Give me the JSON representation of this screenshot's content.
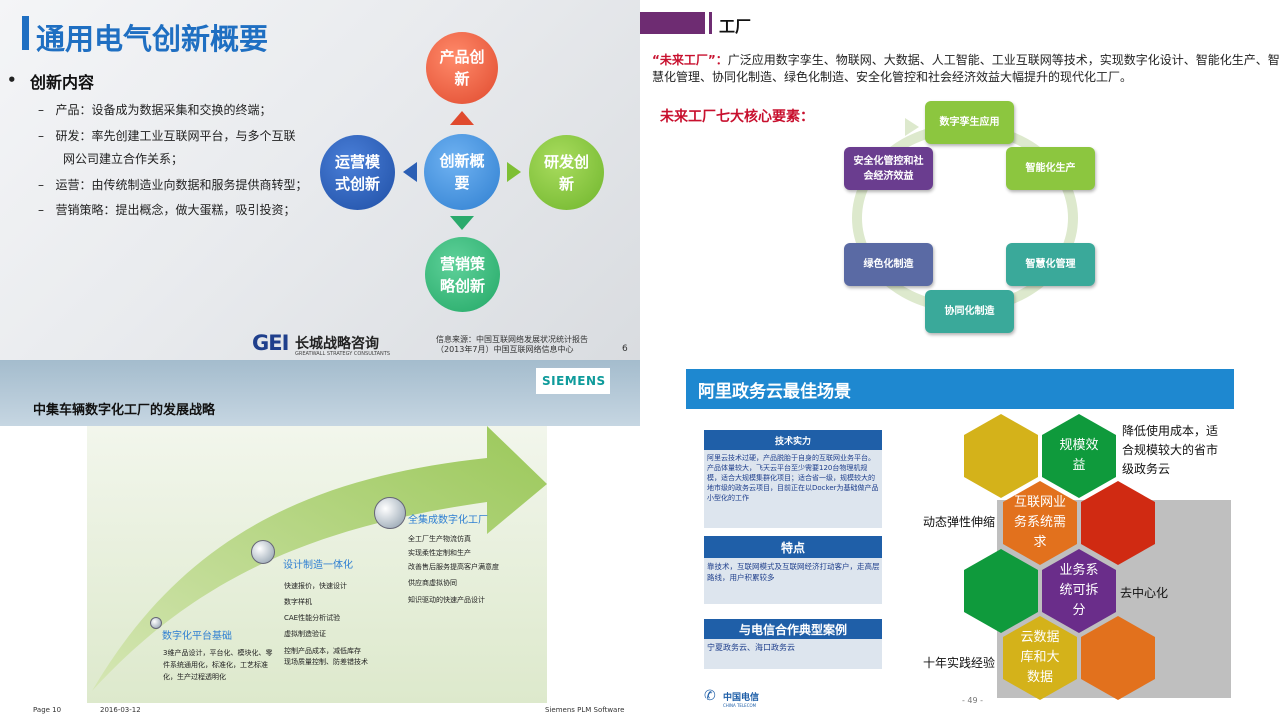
{
  "q1": {
    "title": "通用电气创新概要",
    "section": "创新内容",
    "items": [
      "产品：设备成为数据采集和交换的终端；",
      "研发：率先创建工业互联网平台，与多个互联",
      "网公司建立合作关系；",
      "运营：由传统制造业向数据和服务提供商转型；",
      "营销策略：提出概念，做大蛋糕，吸引投资；"
    ],
    "center": "创新概要",
    "top": "产品创新",
    "right": "研发创新",
    "bottom": "营销策略创新",
    "left": "运营模式创新",
    "logo_text": "GEI",
    "logo_cn": "长城战略咨询",
    "logo_en": "GREATWALL STRATEGY CONSULTANTS",
    "source_line1": "信息来源：中国互联网络发展状况统计报告",
    "source_line2": "（2013年7月）中国互联网络信息中心",
    "page": "6"
  },
  "q2": {
    "title": "工厂",
    "def_quote": "“未来工厂”",
    "def_colon": "：",
    "def_text": "广泛应用数字孪生、物联网、大数据、人工智能、工业互联网等技术，实现数字化设计、智能化生产、智慧化管理、协同化制造、绿色化制造、安全化管控和社会经济效益大幅提升的现代化工厂。",
    "subtitle": "未来工厂七大核心要素：",
    "elements": [
      "数字孪生应用",
      "智能化生产",
      "智慧化管理",
      "协同化制造",
      "绿色化制造",
      "安全化管控和社会经济效益"
    ],
    "colors": {
      "purple": "#6e2c72",
      "green": "#8cc63f",
      "teal": "#3aa99a",
      "navy": "#5a6aa4",
      "dark_purple": "#6a3d8f"
    }
  },
  "q3": {
    "brand": "SIEMENS",
    "title": "中集车辆数字化工厂的发展战略",
    "stage1_title": "数字化平台基础",
    "stage1_text": "3维产品设计，平台化、模块化、零件系统通用化，标准化，工艺标准化，生产过程透明化",
    "stage2_title": "设计制造一体化",
    "stage2_items": [
      "快速报价，快速设计",
      "数字样机",
      "CAE性能分析试验",
      "虚拟制造验证",
      "控制产品成本，减低库存",
      "现场质量控制、防差错技术"
    ],
    "stage3_title": "全集成数字化工厂",
    "stage3_items": [
      "全工厂生产物流仿真",
      "实现柔性定制和生产",
      "改善售后服务提高客户满意度",
      "供应商虚拟协同",
      "知识驱动的快速产品设计"
    ],
    "footer_page": "Page 10",
    "footer_date": "2016-03-12",
    "footer_company": "Siemens PLM Software"
  },
  "q4": {
    "title": "阿里政务云最佳场景",
    "tech_header": "技术实力",
    "tech_text": "阿里云技术过硬，产品脱胎于自身的互联网业务平台。产品体量较大，飞天云平台至少需要120台物理机规模，适合大规模集群化项目；适合省一级，规模较大的地市级的政务云项目，目前正在以Docker为基础做产品小型化的工作",
    "feature_header": "特点",
    "feature_text": "靠技术，互联网模式及互联网经济打动客户，走高层路线，用户积累较多",
    "case_header": "与电信合作典型案例",
    "case_text": "宁夏政务云、海口政务云",
    "hex1": "规模效益",
    "hex2": "互联网业务系统需求",
    "hex3": "业务系统可拆分",
    "hex4": "云数据库和大数据",
    "label_top": "降低使用成本，适合规模较大的省市级政务云",
    "label_left1": "动态弹性伸缩",
    "label_right": "去中心化",
    "label_left2": "十年实践经验",
    "logo_cn": "中国电信",
    "logo_en": "CHINA TELECOM",
    "page": "- 49 -"
  }
}
